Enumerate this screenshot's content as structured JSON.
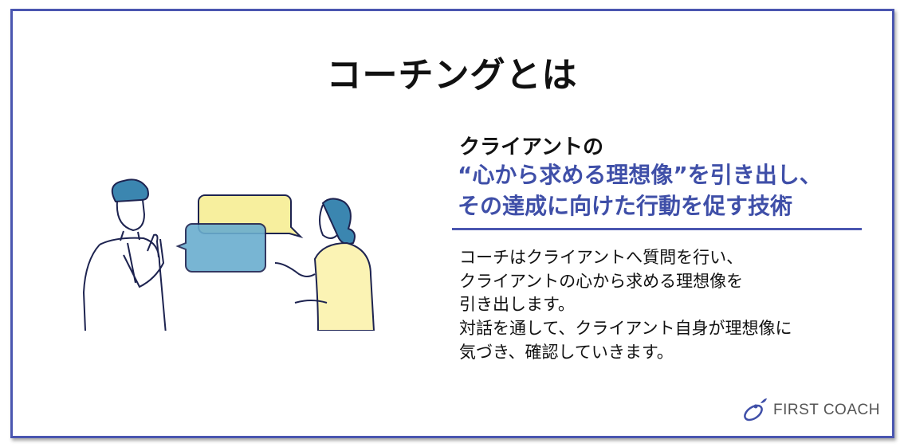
{
  "title": "コーチングとは",
  "definition": {
    "lead": "クライアントの",
    "highlight_lines": [
      "“心から求める理想像”を引き出し、",
      "その達成に向けた行動を促す技術"
    ]
  },
  "description_lines": [
    "コーチはクライアントへ質問を行い、",
    "クライアントの心から求める理想像を",
    "引き出します。",
    "対話を通して、クライアント自身が理想像に",
    "気づき、確認していきます。"
  ],
  "brand": {
    "name": "FIRST COACH"
  },
  "colors": {
    "accent": "#3f4fa8",
    "bubble_yellow": "#f7ef9e",
    "bubble_blue": "#6aaecf",
    "hair": "#3b86b0"
  }
}
